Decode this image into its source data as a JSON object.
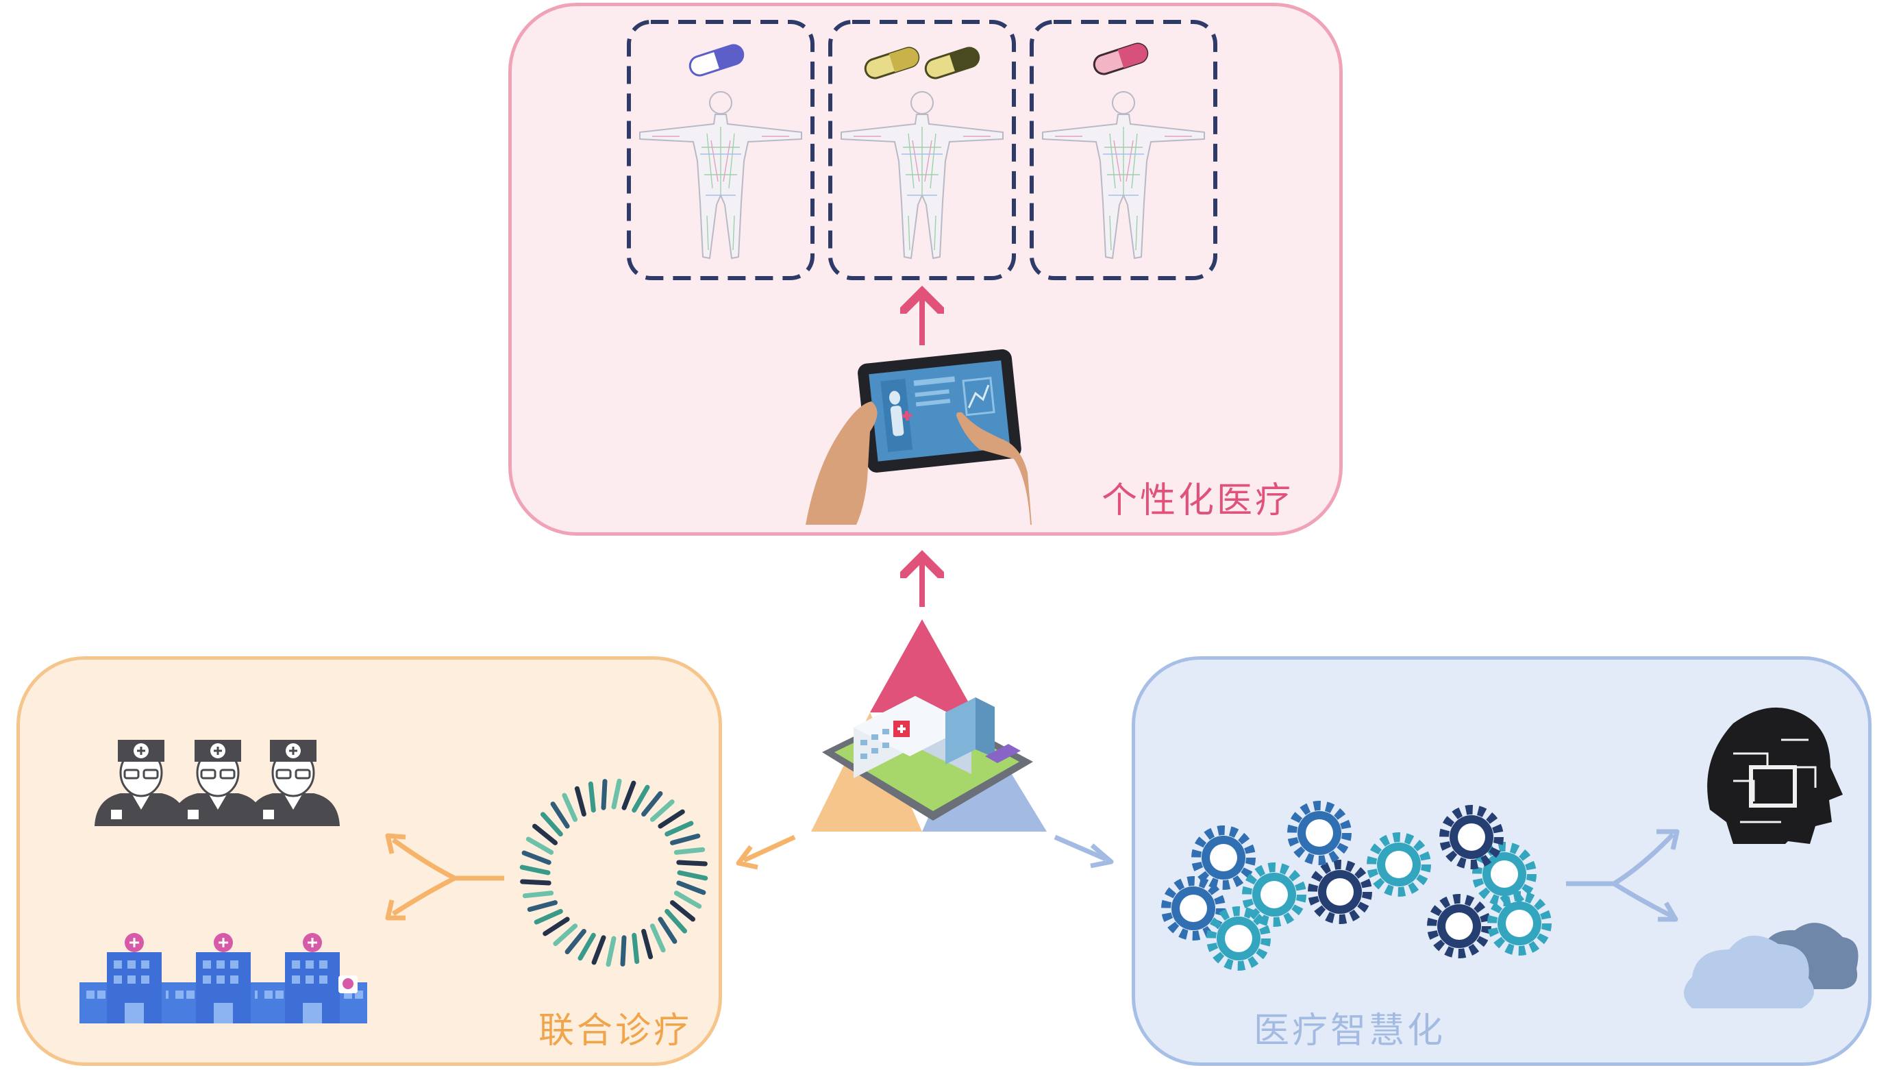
{
  "panels": {
    "personalized": {
      "label": "个性化医疗",
      "color": "#e0527a"
    },
    "joint": {
      "label": "联合诊疗",
      "color": "#f0a54c"
    },
    "smart": {
      "label": "医疗智慧化",
      "color": "#a3bbe2"
    }
  },
  "pill_colors": [
    "#5b5fc7",
    "#c9b24a",
    "#d8517a"
  ],
  "center": {
    "triangle_colors": {
      "top": "#e0527a",
      "left": "#f6c58c",
      "right": "#a3bbe2"
    },
    "building_icon": "hospital-isometric-icon"
  },
  "icons": {
    "tablet": "tablet-with-hands-icon",
    "doctors": "doctors-group-icon",
    "hospitals": "hospital-buildings-icon",
    "dna_ring": "dna-ring-icon",
    "gears": "medical-gears-icon",
    "ai_head": "ai-head-icon",
    "cloud": "cloud-icon"
  }
}
